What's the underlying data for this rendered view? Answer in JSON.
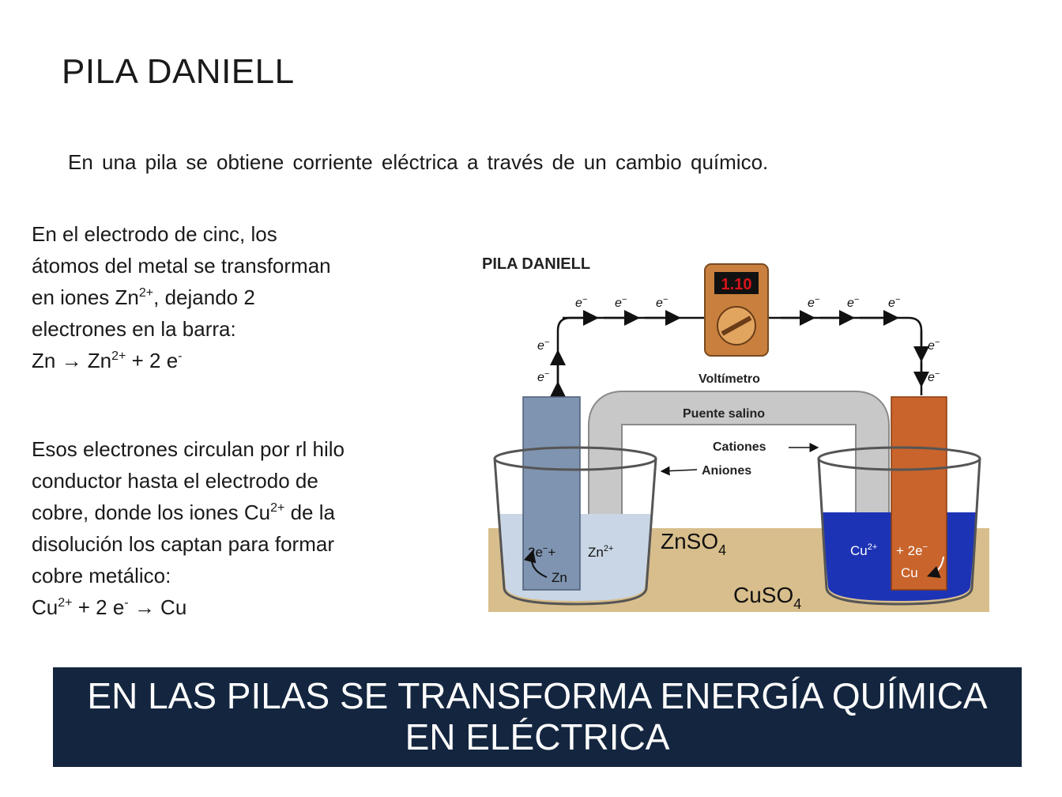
{
  "slide": {
    "title": "PILA DANIELL",
    "intro": "En una pila se obtiene corriente eléctrica a través de un cambio químico.",
    "para1": {
      "line1": "En el electrodo de cinc, los",
      "line2": "átomos del metal se transforman",
      "line3_a": "en iones Zn",
      "line3_sup": "2+",
      "line3_b": ", dejando 2",
      "line4": "electrones en la barra:",
      "eq_a": "Zn → Zn",
      "eq_sup1": "2+",
      "eq_b": " + 2 e",
      "eq_sup2": "-"
    },
    "para2": {
      "line1": "Esos electrones circulan por rl hilo",
      "line2": "conductor hasta el electrodo de",
      "line3_a": "cobre, donde los iones Cu",
      "line3_sup": "2+",
      "line3_b": " de la",
      "line4": "disolución los captan para formar",
      "line5": "cobre metálico:",
      "eq_a": "Cu",
      "eq_sup1": "2+",
      "eq_b": " + 2 e",
      "eq_sup2": "-",
      "eq_c": " → Cu"
    },
    "banner": {
      "line1": "EN LAS PILAS SE TRANSFORMA ENERGÍA QUÍMICA",
      "line2": "EN ELÉCTRICA"
    }
  },
  "diagram": {
    "title": "PILA DANIELL",
    "voltmeter_label": "Voltímetro",
    "voltmeter_reading": "1.10",
    "salt_bridge_label": "Puente salino",
    "cations_label": "Cationes",
    "anions_label": "Aniones",
    "electron": "e",
    "electron_sup": "−",
    "zn_reaction_left": "2e",
    "zn_reaction_left_sup": "−",
    "zn_reaction_plus": "+",
    "zn_ion": "Zn",
    "zn_ion_sup": "2+",
    "zn_metal": "Zn",
    "cu_ion": "Cu",
    "cu_ion_sup": "2+",
    "cu_reaction": "+ 2e",
    "cu_reaction_sup": "−",
    "cu_metal": "Cu",
    "znso4": "ZnSO",
    "znso4_sub": "4",
    "cuso4": "CuSO",
    "cuso4_sub": "4",
    "colors": {
      "zn_electrode": "#7f94b0",
      "cu_electrode": "#c8642c",
      "zn_solution": "#c9d6e6",
      "cu_solution": "#1d33b5",
      "table": "#d8be8c",
      "bridge": "#c8c8c8",
      "voltmeter": "#c9803e",
      "display": "#d8141c"
    }
  }
}
